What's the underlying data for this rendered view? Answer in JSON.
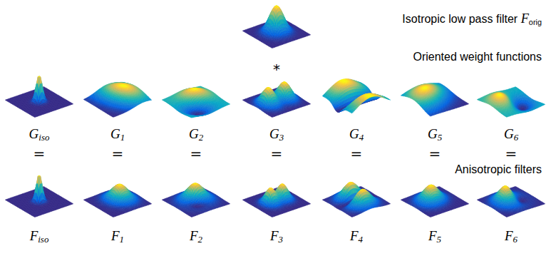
{
  "diagram": {
    "labels": [
      "Isotropic low pass filter Forig",
      "*",
      "Oriented weight functions",
      "Giso",
      "G1",
      "G2",
      "G3",
      "G4",
      "G5",
      "G6",
      "=",
      "=",
      "=",
      "=",
      "=",
      "=",
      "=",
      "Anisotropic filters",
      "Fiso",
      "F1",
      "F2",
      "F3",
      "F4",
      "F5",
      "F6"
    ]
  }
}
